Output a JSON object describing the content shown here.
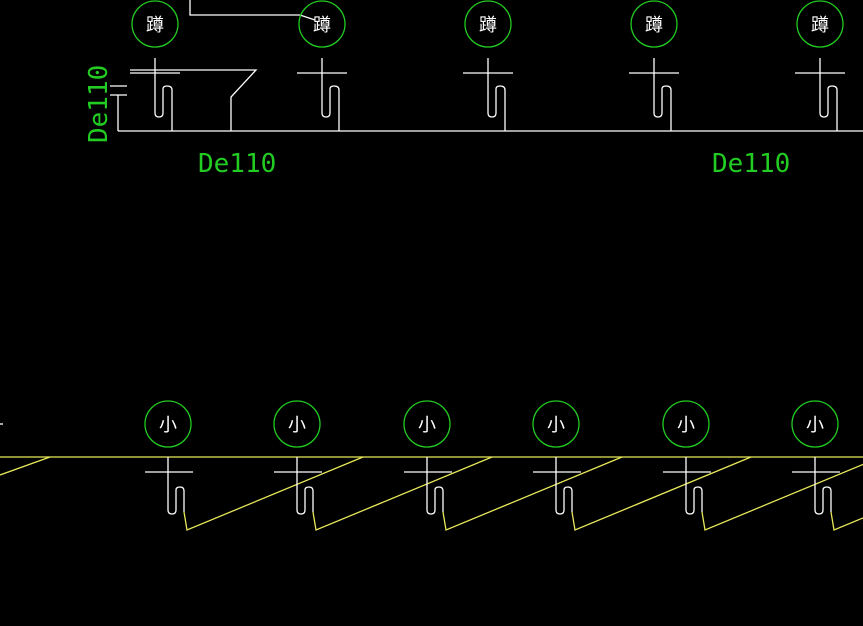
{
  "drawing": {
    "upper": {
      "fixture_glyph": "蹲",
      "fixture_count": 5,
      "pipe_labels": {
        "vertical": "De110",
        "left": "De110",
        "right": "De110"
      }
    },
    "lower": {
      "fixture_glyph": "小",
      "fixture_count": 6
    },
    "colors": {
      "background": "#000000",
      "pipe_white": "#ffffff",
      "pipe_yellow": "#e8e85a",
      "symbol_green": "#22cc22"
    }
  }
}
